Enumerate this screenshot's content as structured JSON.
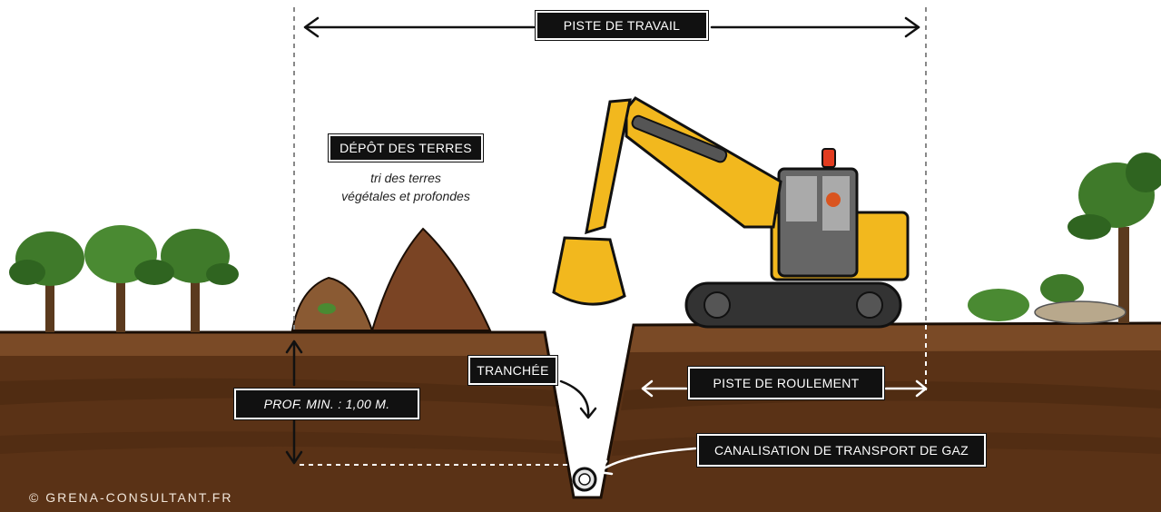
{
  "labels": {
    "piste_travail": "PISTE DE TRAVAIL",
    "depot_title": "DÉPÔT DES TERRES",
    "depot_sub_1": "tri des terres",
    "depot_sub_2": "végétales et profondes",
    "tranchee": "TRANCHÉE",
    "piste_roulement": "PISTE DE ROULEMENT",
    "profondeur": "PROF. MIN. : 1,00 M.",
    "canalisation": "CANALISATION DE TRANSPORT DE GAZ"
  },
  "credit": "© GRENA-CONSULTANT.FR",
  "colors": {
    "soil_dark": "#5a3216",
    "soil_mid": "#6e3f1e",
    "soil_top": "#7a4a26",
    "excavator_yellow": "#f2b81e",
    "tag_bg": "#111111",
    "vegetation": "#3f7a2a"
  }
}
